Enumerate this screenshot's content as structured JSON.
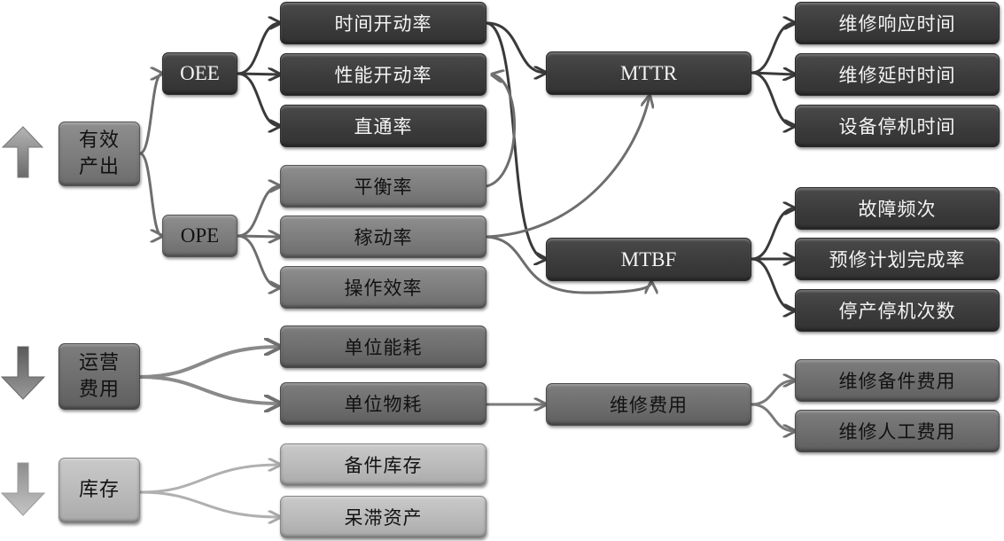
{
  "diagram": {
    "title_visible": false,
    "trends": [
      {
        "id": "output",
        "direction": "up",
        "icon": "arrow-up-icon"
      },
      {
        "id": "opex",
        "direction": "down",
        "icon": "arrow-down-icon"
      },
      {
        "id": "inventory",
        "direction": "down",
        "icon": "arrow-down-icon"
      }
    ],
    "roots": {
      "output": {
        "line1": "有效",
        "line2": "产出"
      },
      "opex": {
        "line1": "运营",
        "line2": "费用"
      },
      "inventory": {
        "line1": "库存",
        "line2": ""
      }
    },
    "level1": {
      "oee": "OEE",
      "ope": "OPE"
    },
    "level2": {
      "time_utilization": "时间开动率",
      "performance_utilization": "性能开动率",
      "first_pass_yield": "直通率",
      "balance_rate": "平衡率",
      "utilization_rate": "稼动率",
      "operating_efficiency": "操作效率",
      "unit_energy": "单位能耗",
      "unit_material": "单位物耗",
      "spare_parts_inventory": "备件库存",
      "idle_assets": "呆滞资产"
    },
    "level3": {
      "mttr": "MTTR",
      "mtbf": "MTBF",
      "maintenance_cost": "维修费用"
    },
    "level4": {
      "repair_response_time": "维修响应时间",
      "repair_delay_time": "维修延时时间",
      "equipment_downtime": "设备停机时间",
      "failure_frequency": "故障频次",
      "pm_plan_completion": "预修计划完成率",
      "production_stop_count": "停产停机次数",
      "spare_parts_cost": "维修备件费用",
      "labor_cost": "维修人工费用"
    },
    "colors": {
      "dark_box": "#3c3c3c",
      "mid_box": "#7b7b7b",
      "light_box": "#b8b8b8",
      "dark_link": "#3a3a3a",
      "mid_link": "#6e6e6e",
      "light_link": "#a8a8a8"
    }
  }
}
